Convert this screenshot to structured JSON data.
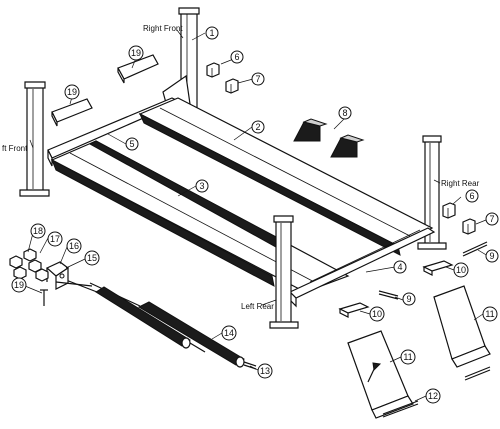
{
  "labels": {
    "right_front": "Right Front",
    "left_front": "ft Front",
    "right_rear": "Right Rear",
    "left_rear": "Left Rear"
  },
  "callouts": {
    "c1": "1",
    "c2": "2",
    "c3": "3",
    "c4": "4",
    "c5": "5",
    "c6a": "6",
    "c6b": "6",
    "c7a": "7",
    "c7b": "7",
    "c8": "8",
    "c9a": "9",
    "c9b": "9",
    "c10a": "10",
    "c10b": "10",
    "c11a": "11",
    "c11b": "11",
    "c12": "12",
    "c13": "13",
    "c14": "14",
    "c15": "15",
    "c16": "16",
    "c17": "17",
    "c18": "18",
    "c19a": "19",
    "c19b": "19",
    "c19c": "19"
  }
}
